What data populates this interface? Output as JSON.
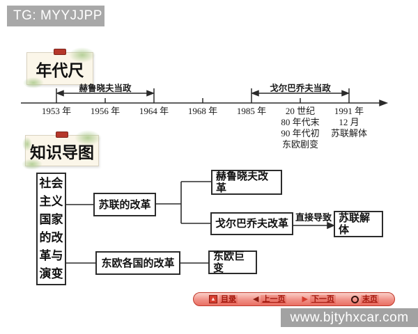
{
  "page": {
    "tg_banner": "TG: MYYJJPP",
    "watermark": "www.bjtyhxcar.com"
  },
  "colors": {
    "banner_gray": "#a8a8a8",
    "watermark_gray": "#a2a2a2",
    "label_cream": "#fbf6e9",
    "accent_red": "#d63c2e",
    "nav_pink": "#ef8a7e",
    "line_black": "#2a2a2a"
  },
  "timeline": {
    "section_label": "年代尺",
    "era_spans": [
      {
        "label": "赫鲁晓夫当政",
        "from": "1953",
        "to": "1964"
      },
      {
        "label": "戈尔巴乔夫当政",
        "from": "1985",
        "to": "1991"
      }
    ],
    "ticks": [
      {
        "label": "1953 年"
      },
      {
        "label": "1956 年"
      },
      {
        "label": "1964 年"
      },
      {
        "label": "1968 年"
      },
      {
        "label": "1985 年"
      },
      {
        "label": "20 世纪\n80 年代末\n90 年代初\n东欧剧变"
      },
      {
        "label": "1991 年\n12 月\n苏联解体"
      }
    ]
  },
  "mindmap": {
    "section_label": "知识导图",
    "root": "社会\n主义\n国家\n的改\n革与\n演变",
    "nodes": {
      "su_reform": "苏联的改革",
      "east_reform": "东欧各国的改革",
      "khrushchev": "赫鲁晓夫改\n革",
      "gorbachev": "戈尔巴乔夫改革",
      "ussr_collapse": "苏联解\n体",
      "east_upheaval": "东欧巨\n变",
      "arrow_label": "直接导致"
    }
  },
  "navbar": {
    "items": [
      {
        "glyph": "▲",
        "label": "目录"
      },
      {
        "glyph": "◀",
        "label": "上一页"
      },
      {
        "glyph": "▶",
        "label": "下一页"
      },
      {
        "glyph": "",
        "label": "末页"
      }
    ]
  }
}
